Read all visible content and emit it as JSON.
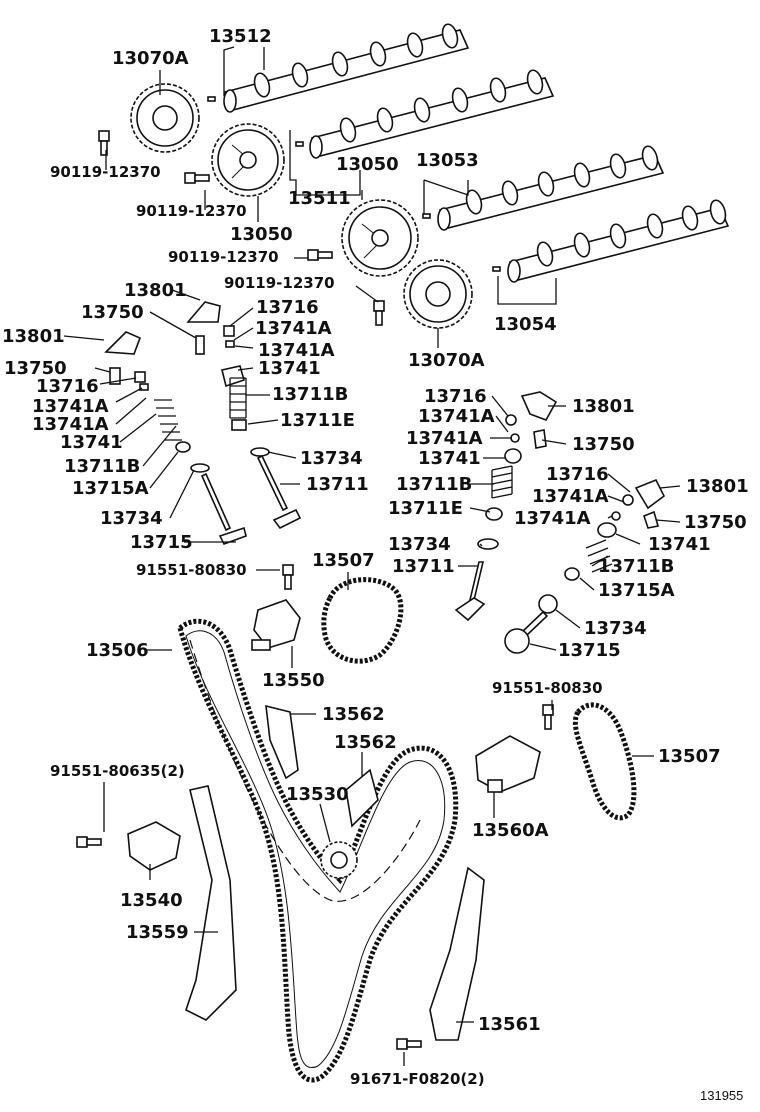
{
  "labels": {
    "p13070A_top": "13070A",
    "p13512": "13512",
    "p90119_a": "90119-12370",
    "p90119_b": "90119-12370",
    "p13511": "13511",
    "p13050_a": "13050",
    "p13053": "13053",
    "p13050_b": "13050",
    "p90119_c": "90119-12370",
    "p90119_d": "90119-12370",
    "p13070A_bot": "13070A",
    "p13054": "13054",
    "p13801_a": "13801",
    "p13750_a": "13750",
    "p13716_a": "13716",
    "p13741A_a": "13741A",
    "p13741A_b": "13741A",
    "p13741_a": "13741",
    "p13711B_a": "13711B",
    "p13711E_a": "13711E",
    "p13801_b": "13801",
    "p13750_b": "13750",
    "p13716_b": "13716",
    "p13741A_c": "13741A",
    "p13741A_d": "13741A",
    "p13741_b": "13741",
    "p13711B_b": "13711B",
    "p13715A_a": "13715A",
    "p13734_a": "13734",
    "p13711_a": "13711",
    "p13734_b": "13734",
    "p13715_a": "13715",
    "p13716_c": "13716",
    "p13801_c": "13801",
    "p13741A_e": "13741A",
    "p13741A_f": "13741A",
    "p13750_c": "13750",
    "p13741_c": "13741",
    "p13711B_c": "13711B",
    "p13711E_b": "13711E",
    "p13716_d": "13716",
    "p13801_d": "13801",
    "p13741A_g": "13741A",
    "p13741A_h": "13741A",
    "p13750_d": "13750",
    "p13741_d": "13741",
    "p13711B_d": "13711B",
    "p13715A_b": "13715A",
    "p13734_c": "13734",
    "p13711_b": "13711",
    "p13734_d": "13734",
    "p13715_b": "13715",
    "p91551_80830_a": "91551-80830",
    "p13507_a": "13507",
    "p13506": "13506",
    "p13550": "13550",
    "p13562_a": "13562",
    "p13562_b": "13562",
    "p13530": "13530",
    "p91551_80830_b": "91551-80830",
    "p13507_b": "13507",
    "p91551_80635": "91551-80635(2)",
    "p13560A": "13560A",
    "p13540": "13540",
    "p13559": "13559",
    "p13561": "13561",
    "p91671": "91671-F0820(2)",
    "ref_number": "131955"
  }
}
